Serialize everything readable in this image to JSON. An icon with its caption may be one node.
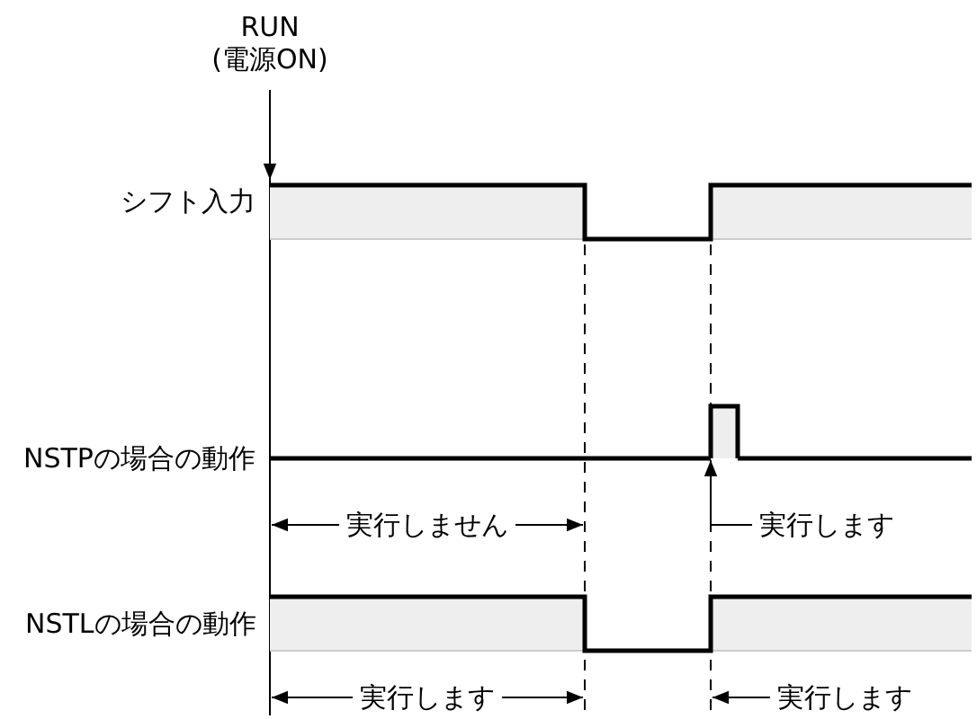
{
  "diagram": {
    "nodes": [
      {
        "text": [
          "実行します"
        ]
      },
      {
        "text": [],
        "shape": "pulse"
      }
    ],
    "edges": [
      {
        "from": 0,
        "to": 1,
        "arrow": "to"
      }
    ],
    "labels": [
      "RUN (電源ON)",
      "シフト入力",
      "NSTPの場合の動作",
      "実行しません",
      "NSTLの場合の動作",
      "実行します",
      "実行します"
    ]
  }
}
